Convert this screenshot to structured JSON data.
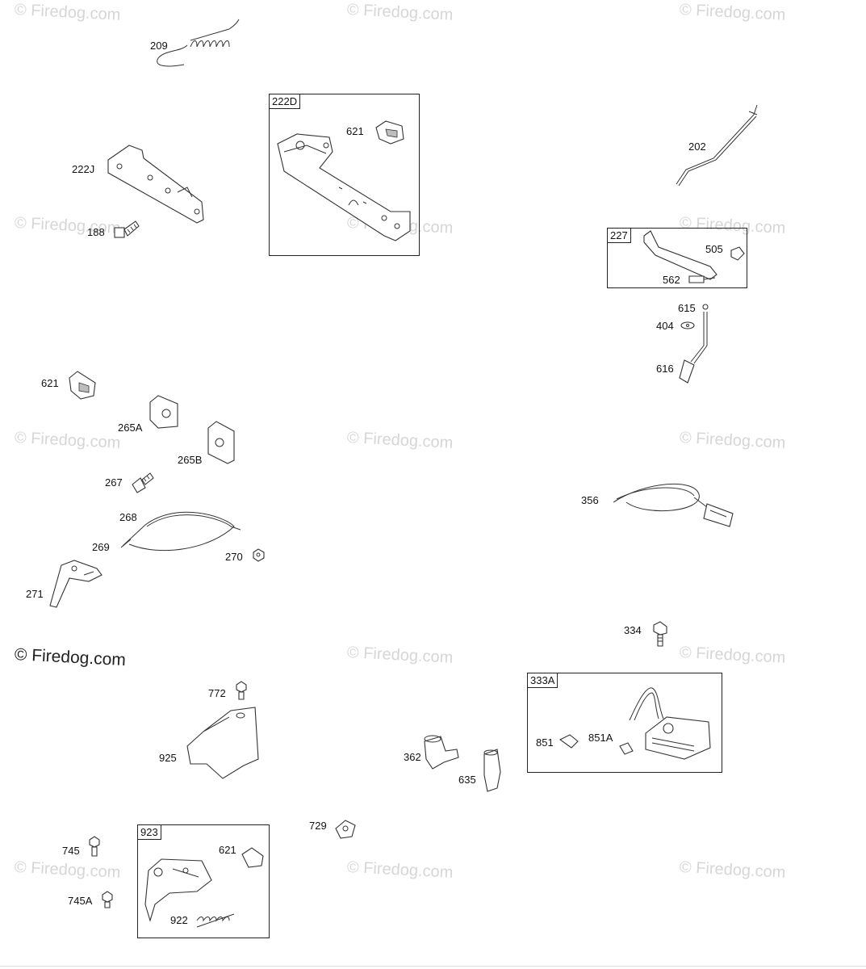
{
  "watermark": {
    "text": "© Firedog.com",
    "main_text": "© Firedog.com"
  },
  "labels": {
    "p209": "209",
    "p222J": "222J",
    "p188": "188",
    "p621a": "621",
    "p202": "202",
    "p505": "505",
    "p562": "562",
    "p615": "615",
    "p404": "404",
    "p616": "616",
    "p621b": "621",
    "p265A": "265A",
    "p265B": "265B",
    "p267": "267",
    "p268": "268",
    "p269": "269",
    "p270": "270",
    "p271": "271",
    "p356": "356",
    "p334": "334",
    "p772": "772",
    "p925": "925",
    "p851": "851",
    "p851A": "851A",
    "p362": "362",
    "p635": "635",
    "p729": "729",
    "p745": "745",
    "p745A": "745A",
    "p621c": "621",
    "p922": "922"
  },
  "groups": {
    "g222D": "222D",
    "g227": "227",
    "g333A": "333A",
    "g923": "923"
  }
}
